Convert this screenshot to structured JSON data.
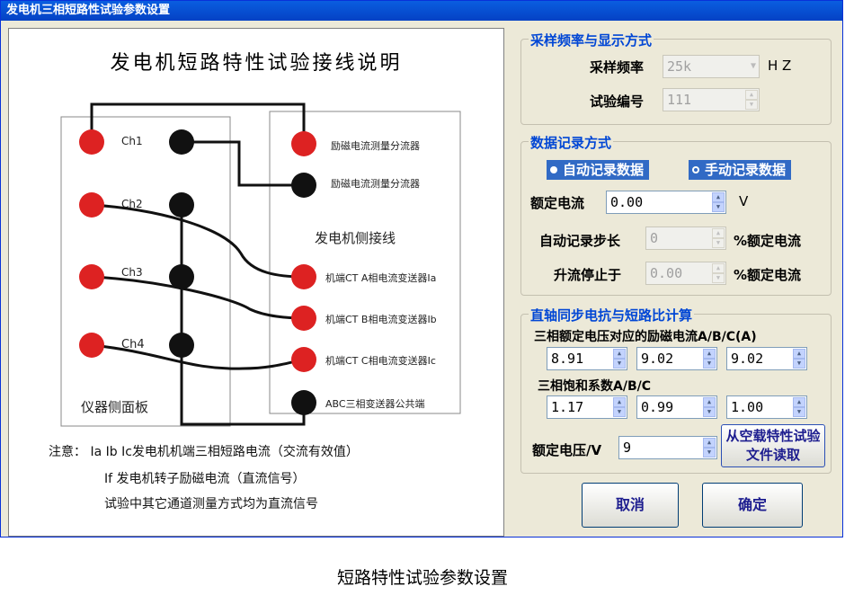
{
  "window": {
    "title": "发电机三相短路性试验参数设置"
  },
  "diagram": {
    "title": "发电机短路特性试验接线说明",
    "channels": [
      "Ch1",
      "Ch2",
      "Ch3",
      "Ch4"
    ],
    "panel_label": "仪器侧面板",
    "gen_side_label": "发电机侧接线",
    "right_terminals": [
      "励磁电流测量分流器",
      "励磁电流测量分流器",
      "机端CT  A相电流变送器Ia",
      "机端CT B相电流变送器Ib",
      "机端CT  C相电流变送器Ic",
      "ABC三相变送器公共端"
    ],
    "notes": [
      "注意：   Ia Ib Ic发电机机端三相短路电流（交流有效值）",
      "If 发电机转子励磁电流（直流信号）",
      "试验中其它通道测量方式均为直流信号"
    ],
    "colors": {
      "positive": "#dd2222",
      "negative": "#111111"
    }
  },
  "sampling": {
    "group_title": "采样频率与显示方式",
    "rate_label": "采样频率",
    "rate_value": "25k",
    "rate_unit": "H Z",
    "test_no_label": "试验编号",
    "test_no_value": "111"
  },
  "record": {
    "group_title": "数据记录方式",
    "auto_label": "自动记录数据",
    "manual_label": "手动记录数据",
    "selected": "manual",
    "rated_current_label": "额定电流",
    "rated_current_value": "0.00",
    "rated_current_unit": "V",
    "auto_step_label": "自动记录步长",
    "auto_step_value": "0",
    "auto_step_unit": "%额定电流",
    "stop_label": "升流停止于",
    "stop_value": "0.00",
    "stop_unit": "%额定电流"
  },
  "calc": {
    "group_title": "直轴同步电抗与短路比计算",
    "excitation_label": "三相额定电压对应的励磁电流A/B/C(A)",
    "excitation_values": [
      "8.91",
      "9.02",
      "9.02"
    ],
    "saturation_label": "三相饱和系数A/B/C",
    "saturation_values": [
      "1.17",
      "0.99",
      "1.00"
    ],
    "rated_voltage_label": "额定电压/V",
    "rated_voltage_value": "9",
    "read_file_button": "从空载特性试验文件读取"
  },
  "buttons": {
    "cancel": "取消",
    "ok": "确定"
  },
  "caption": "短路特性试验参数设置"
}
